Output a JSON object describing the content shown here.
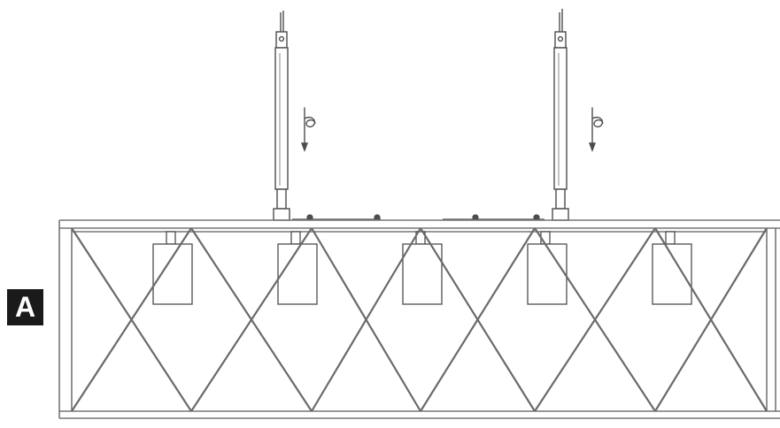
{
  "diagram": {
    "label_badge": "A",
    "rod_count": 2,
    "fixture_count": 5,
    "colors": {
      "line": "#4d4d4d",
      "light_line": "#8a8a8a",
      "frame_line": "#777777",
      "badge_bg": "#1a1a1a",
      "badge_text": "#ffffff",
      "background": "#ffffff"
    },
    "icons": [
      "rotate-arrow-icon",
      "rotate-arrow-icon"
    ]
  }
}
